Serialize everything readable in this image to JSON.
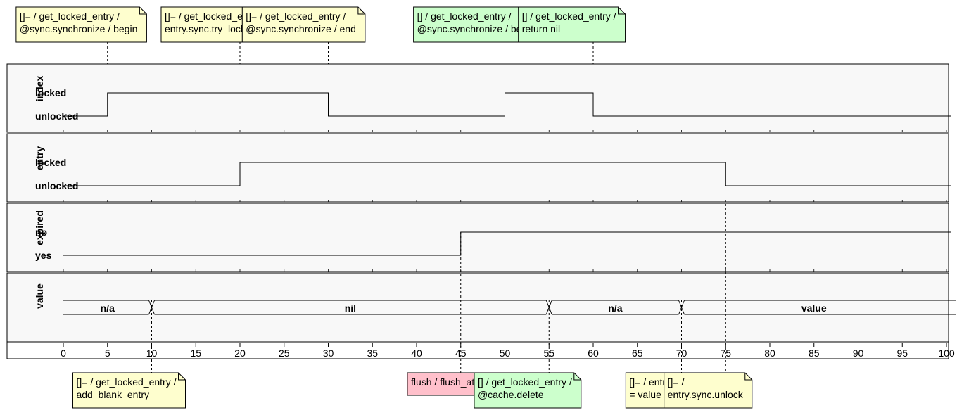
{
  "diagram": {
    "time_range": [
      0,
      100
    ],
    "axis_ticks": [
      0,
      5,
      10,
      15,
      20,
      25,
      30,
      35,
      40,
      45,
      50,
      55,
      60,
      65,
      70,
      75,
      80,
      85,
      90,
      95,
      100
    ],
    "colors": {
      "note_yellow": "#fefece",
      "note_green": "#ccffcc",
      "note_pink": "#ffc0cb",
      "panel_bg": "#f8f8f8",
      "line": "#000000"
    },
    "tracks": [
      {
        "id": "index",
        "label": "index",
        "states": [
          "locked",
          "unlocked"
        ],
        "segments": [
          {
            "from": 0,
            "to": 5,
            "state": "unlocked"
          },
          {
            "from": 5,
            "to": 30,
            "state": "locked"
          },
          {
            "from": 30,
            "to": 50,
            "state": "unlocked"
          },
          {
            "from": 50,
            "to": 60,
            "state": "locked"
          },
          {
            "from": 60,
            "to": 100,
            "state": "unlocked"
          }
        ]
      },
      {
        "id": "entry",
        "label": "entry",
        "states": [
          "locked",
          "unlocked"
        ],
        "segments": [
          {
            "from": 0,
            "to": 20,
            "state": "unlocked"
          },
          {
            "from": 20,
            "to": 75,
            "state": "locked"
          },
          {
            "from": 75,
            "to": 100,
            "state": "unlocked"
          }
        ]
      },
      {
        "id": "expired",
        "label": "expired",
        "states": [
          "no",
          "yes"
        ],
        "segments": [
          {
            "from": 0,
            "to": 45,
            "state": "yes"
          },
          {
            "from": 45,
            "to": 100,
            "state": "no"
          }
        ]
      }
    ],
    "value_track": {
      "label": "value",
      "segments": [
        {
          "from": 0,
          "to": 10,
          "text": "n/a"
        },
        {
          "from": 10,
          "to": 55,
          "text": "nil"
        },
        {
          "from": 55,
          "to": 70,
          "text": "n/a"
        },
        {
          "from": 70,
          "to": 100,
          "text": "value"
        }
      ]
    },
    "top_notes": [
      {
        "time": 5,
        "color": "yellow",
        "lines": [
          "[]= / get_locked_entry /",
          "@sync.synchronize / begin"
        ]
      },
      {
        "time": 20,
        "color": "yellow",
        "lines": [
          "[]= / get_locked_entry /",
          "entry.sync.try_lock"
        ]
      },
      {
        "time": 30,
        "color": "yellow",
        "lines": [
          "[]= / get_locked_entry /",
          "@sync.synchronize / end"
        ]
      },
      {
        "time": 50,
        "color": "green",
        "lines": [
          "[] / get_locked_entry /",
          "@sync.synchronize / begin"
        ]
      },
      {
        "time": 60,
        "color": "green",
        "lines": [
          "[] / get_locked_entry /",
          "return nil"
        ]
      }
    ],
    "bottom_notes": [
      {
        "time": 10,
        "color": "yellow",
        "lines": [
          "[]= / get_locked_entry /",
          "add_blank_entry"
        ]
      },
      {
        "time": 45,
        "color": "pink",
        "lines": [
          "flush / flush_at"
        ]
      },
      {
        "time": 55,
        "color": "green",
        "lines": [
          "[] / get_locked_entry /",
          "@cache.delete"
        ]
      },
      {
        "time": 70,
        "color": "yellow",
        "lines": [
          "[]= / entry.value",
          "= value"
        ]
      },
      {
        "time": 75,
        "color": "yellow",
        "lines": [
          "[]= /",
          "entry.sync.unlock"
        ]
      }
    ]
  }
}
